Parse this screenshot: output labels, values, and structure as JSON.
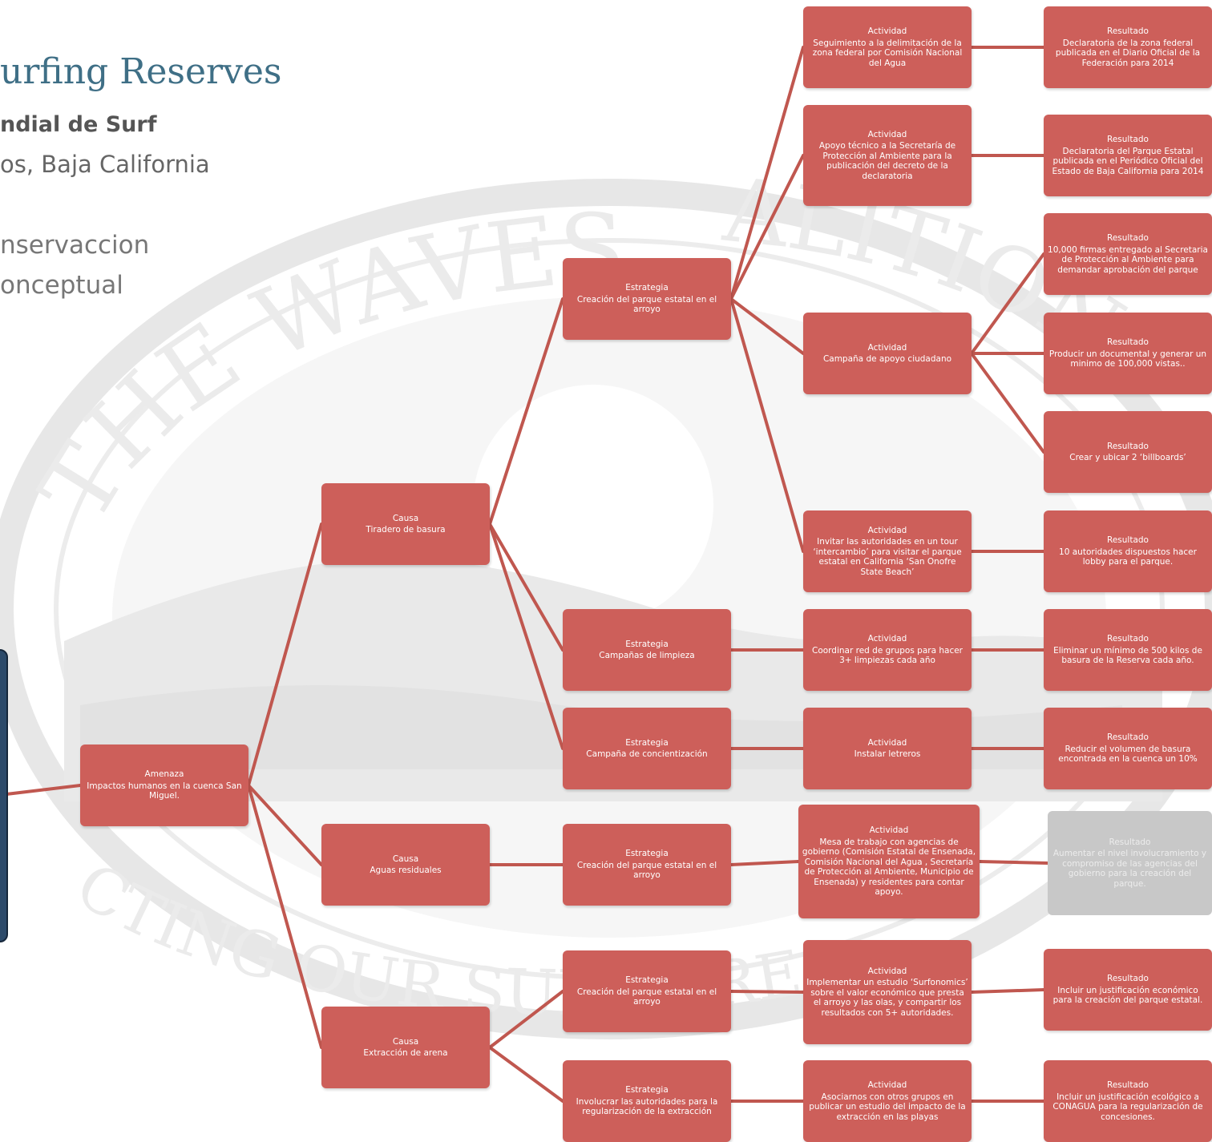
{
  "header": {
    "title": "urfing Reserves",
    "subtitle": "ndial de Surf",
    "location": "os, Baja California",
    "lines": [
      "nservaccion",
      "onceptual"
    ]
  },
  "watermark": {
    "top_text": "THE WAVES",
    "right_text": "ALITION",
    "bottom_text": "CTING OUR SURF AREAS"
  },
  "colors": {
    "node": "#cd5f5a",
    "node_grey": "#c8c8c8",
    "connector": "#c0574f",
    "panel": "#2c4a6a",
    "title": "#3f6f86"
  },
  "nodes": [
    {
      "id": "amenaza",
      "type": "Amenaza",
      "text": "Impactos humanos en la cuenca San Miguel."
    },
    {
      "id": "causa1",
      "type": "Causa",
      "text": "Tiradero de basura"
    },
    {
      "id": "causa2",
      "type": "Causa",
      "text": "Aguas residuales"
    },
    {
      "id": "causa3",
      "type": "Causa",
      "text": "Extracción de arena"
    },
    {
      "id": "est1",
      "type": "Estrategia",
      "text": "Creación del parque estatal en el arroyo"
    },
    {
      "id": "est2",
      "type": "Estrategia",
      "text": "Campañas de limpieza"
    },
    {
      "id": "est3",
      "type": "Estrategia",
      "text": "Campaña de concientización"
    },
    {
      "id": "est4",
      "type": "Estrategia",
      "text": "Creación del parque estatal en el arroyo"
    },
    {
      "id": "est5",
      "type": "Estrategia",
      "text": "Creación del parque estatal en el arroyo"
    },
    {
      "id": "est6",
      "type": "Estrategia",
      "text": "Involucrar las autoridades para la regularización de la extracción"
    },
    {
      "id": "act1",
      "type": "Actividad",
      "text": "Seguimiento a la delimitación de la zona federal por Comisión Nacional del Agua"
    },
    {
      "id": "act2",
      "type": "Actividad",
      "text": "Apoyo técnico a la Secretaría de Protección al Ambiente para la publicación del decreto de la declaratoria"
    },
    {
      "id": "act3",
      "type": "Actividad",
      "text": "Campaña de  apoyo ciudadano"
    },
    {
      "id": "act4",
      "type": "Actividad",
      "text": "Invitar las autoridades en un tour ‘intercambio’ para visitar el parque estatal en California ‘San Onofre State Beach’"
    },
    {
      "id": "act5",
      "type": "Actividad",
      "text": "Coordinar red de grupos para hacer 3+ limpiezas cada año"
    },
    {
      "id": "act6",
      "type": "Actividad",
      "text": "Instalar letreros"
    },
    {
      "id": "act7",
      "type": "Actividad",
      "text": "Mesa de trabajo con agencias de gobierno (Comisión Estatal de Ensenada, Comisión Nacional del Agua , Secretaría de Protección al Ambiente, Municipio de Ensenada) y residentes para contar apoyo."
    },
    {
      "id": "act8",
      "type": "Actividad",
      "text": "Implementar un estudio ‘Surfonomics’  sobre  el valor económico que presta el arroyo y las olas, y compartir los resultados con 5+ autoridades."
    },
    {
      "id": "act9",
      "type": "Actividad",
      "text": "Asociarnos con otros grupos en publicar un estudio del impacto de la extracción en las playas"
    },
    {
      "id": "res1",
      "type": "Resultado",
      "text": "Declaratoria de la zona federal publicada en el Diario Oficial de la Federación para 2014"
    },
    {
      "id": "res2",
      "type": "Resultado",
      "text": "Declaratoria del Parque Estatal publicada en el Periódico  Oficial del Estado de Baja California para 2014"
    },
    {
      "id": "res3",
      "type": "Resultado",
      "text": "10,000 firmas entregado al Secretaria de Protección al Ambiente  para demandar  aprobación del parque"
    },
    {
      "id": "res4",
      "type": "Resultado",
      "text": "Producir un documental y generar un minimo de 100,000 vistas.."
    },
    {
      "id": "res5",
      "type": "Resultado",
      "text": "Crear y ubicar 2 ‘billboards’"
    },
    {
      "id": "res6",
      "type": "Resultado",
      "text": "10 autoridades dispuestos hacer lobby para el parque."
    },
    {
      "id": "res7",
      "type": "Resultado",
      "text": "Eliminar un mínimo de 500 kilos de basura de la Reserva cada año."
    },
    {
      "id": "res8",
      "type": "Resultado",
      "text": "Reducir el volumen de basura encontrada en la cuenca un 10%"
    },
    {
      "id": "res9",
      "type": "Resultado",
      "text": "Aumentar el nivel involucramiento y compromiso de las agencias del gobierno para la creación del parque.",
      "status": "pending"
    },
    {
      "id": "res10",
      "type": "Resultado",
      "text": "Incluir un justificación económico para la creación del parque estatal."
    },
    {
      "id": "res11",
      "type": "Resultado",
      "text": "Incluir un justificación ecológico a CONAGUA para la regularización de concesiones."
    }
  ],
  "edges": [
    [
      "panel",
      "amenaza"
    ],
    [
      "amenaza",
      "causa1"
    ],
    [
      "amenaza",
      "causa2"
    ],
    [
      "amenaza",
      "causa3"
    ],
    [
      "causa1",
      "est1"
    ],
    [
      "causa1",
      "est2"
    ],
    [
      "causa1",
      "est3"
    ],
    [
      "causa2",
      "est4"
    ],
    [
      "causa3",
      "est5"
    ],
    [
      "causa3",
      "est6"
    ],
    [
      "est1",
      "act1"
    ],
    [
      "est1",
      "act2"
    ],
    [
      "est1",
      "act3"
    ],
    [
      "est1",
      "act4"
    ],
    [
      "est2",
      "act5"
    ],
    [
      "est3",
      "act6"
    ],
    [
      "est4",
      "act7"
    ],
    [
      "est5",
      "act8"
    ],
    [
      "est6",
      "act9"
    ],
    [
      "act1",
      "res1"
    ],
    [
      "act2",
      "res2"
    ],
    [
      "act3",
      "res3"
    ],
    [
      "act3",
      "res4"
    ],
    [
      "act3",
      "res5"
    ],
    [
      "act4",
      "res6"
    ],
    [
      "act5",
      "res7"
    ],
    [
      "act6",
      "res8"
    ],
    [
      "act7",
      "res9"
    ],
    [
      "act8",
      "res10"
    ],
    [
      "act9",
      "res11"
    ]
  ]
}
